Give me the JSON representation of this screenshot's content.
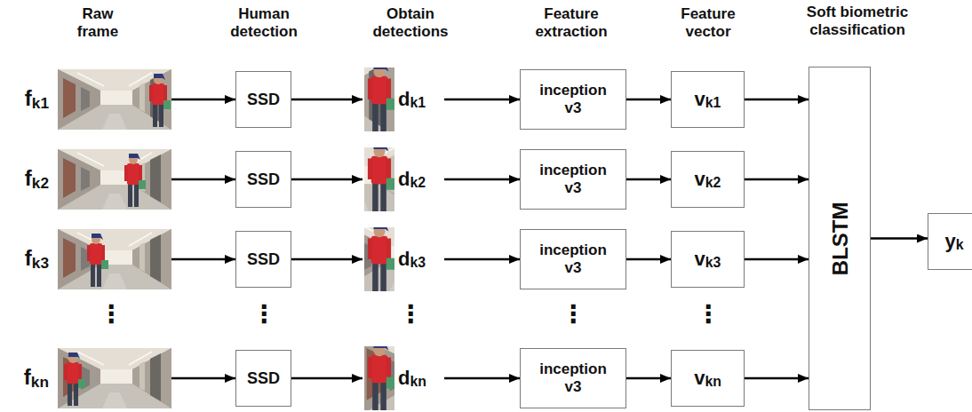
{
  "diagram": {
    "nodes": [
      {
        "text": [
          "fk1"
        ]
      },
      {
        "text": [
          "SSD"
        ]
      },
      {
        "text": [
          "dk1"
        ]
      },
      {
        "text": [
          "inception v3"
        ]
      },
      {
        "text": [
          "vk1"
        ]
      },
      {
        "text": [
          "fk2"
        ]
      },
      {
        "text": [
          "SSD"
        ]
      },
      {
        "text": [
          "dk2"
        ]
      },
      {
        "text": [
          "inception v3"
        ]
      },
      {
        "text": [
          "vk2"
        ]
      },
      {
        "text": [
          "fk3"
        ]
      },
      {
        "text": [
          "SSD"
        ]
      },
      {
        "text": [
          "dk3"
        ]
      },
      {
        "text": [
          "inception v3"
        ]
      },
      {
        "text": [
          "vk3"
        ]
      },
      {
        "text": [
          "fkn"
        ]
      },
      {
        "text": [
          "SSD"
        ]
      },
      {
        "text": [
          "dkn"
        ]
      },
      {
        "text": [
          "inception v3"
        ]
      },
      {
        "text": [
          "vkn"
        ]
      },
      {
        "text": [
          "BLSTM"
        ]
      },
      {
        "text": [
          "yk"
        ]
      }
    ],
    "edges": [
      {
        "from": 0,
        "to": 1,
        "arrow": "to"
      },
      {
        "from": 1,
        "to": 2,
        "arrow": "to"
      },
      {
        "from": 2,
        "to": 3,
        "arrow": "to"
      },
      {
        "from": 3,
        "to": 4,
        "arrow": "to"
      },
      {
        "from": 4,
        "to": 20,
        "arrow": "to"
      },
      {
        "from": 5,
        "to": 6,
        "arrow": "to"
      },
      {
        "from": 6,
        "to": 7,
        "arrow": "to"
      },
      {
        "from": 7,
        "to": 8,
        "arrow": "to"
      },
      {
        "from": 8,
        "to": 9,
        "arrow": "to"
      },
      {
        "from": 9,
        "to": 20,
        "arrow": "to"
      },
      {
        "from": 10,
        "to": 11,
        "arrow": "to"
      },
      {
        "from": 11,
        "to": 12,
        "arrow": "to"
      },
      {
        "from": 12,
        "to": 13,
        "arrow": "to"
      },
      {
        "from": 13,
        "to": 14,
        "arrow": "to"
      },
      {
        "from": 14,
        "to": 20,
        "arrow": "to"
      },
      {
        "from": 15,
        "to": 16,
        "arrow": "to"
      },
      {
        "from": 16,
        "to": 17,
        "arrow": "to"
      },
      {
        "from": 17,
        "to": 18,
        "arrow": "to"
      },
      {
        "from": 18,
        "to": 19,
        "arrow": "to"
      },
      {
        "from": 19,
        "to": 20,
        "arrow": "to"
      },
      {
        "from": 20,
        "to": 21,
        "arrow": "to"
      }
    ],
    "labels": [
      "Raw frame",
      "Human detection",
      "Obtain detections",
      "Feature extraction",
      "Feature vector",
      "Soft biometric classification",
      "⋮",
      "⋮",
      "⋮",
      "⋮",
      "⋮"
    ]
  }
}
